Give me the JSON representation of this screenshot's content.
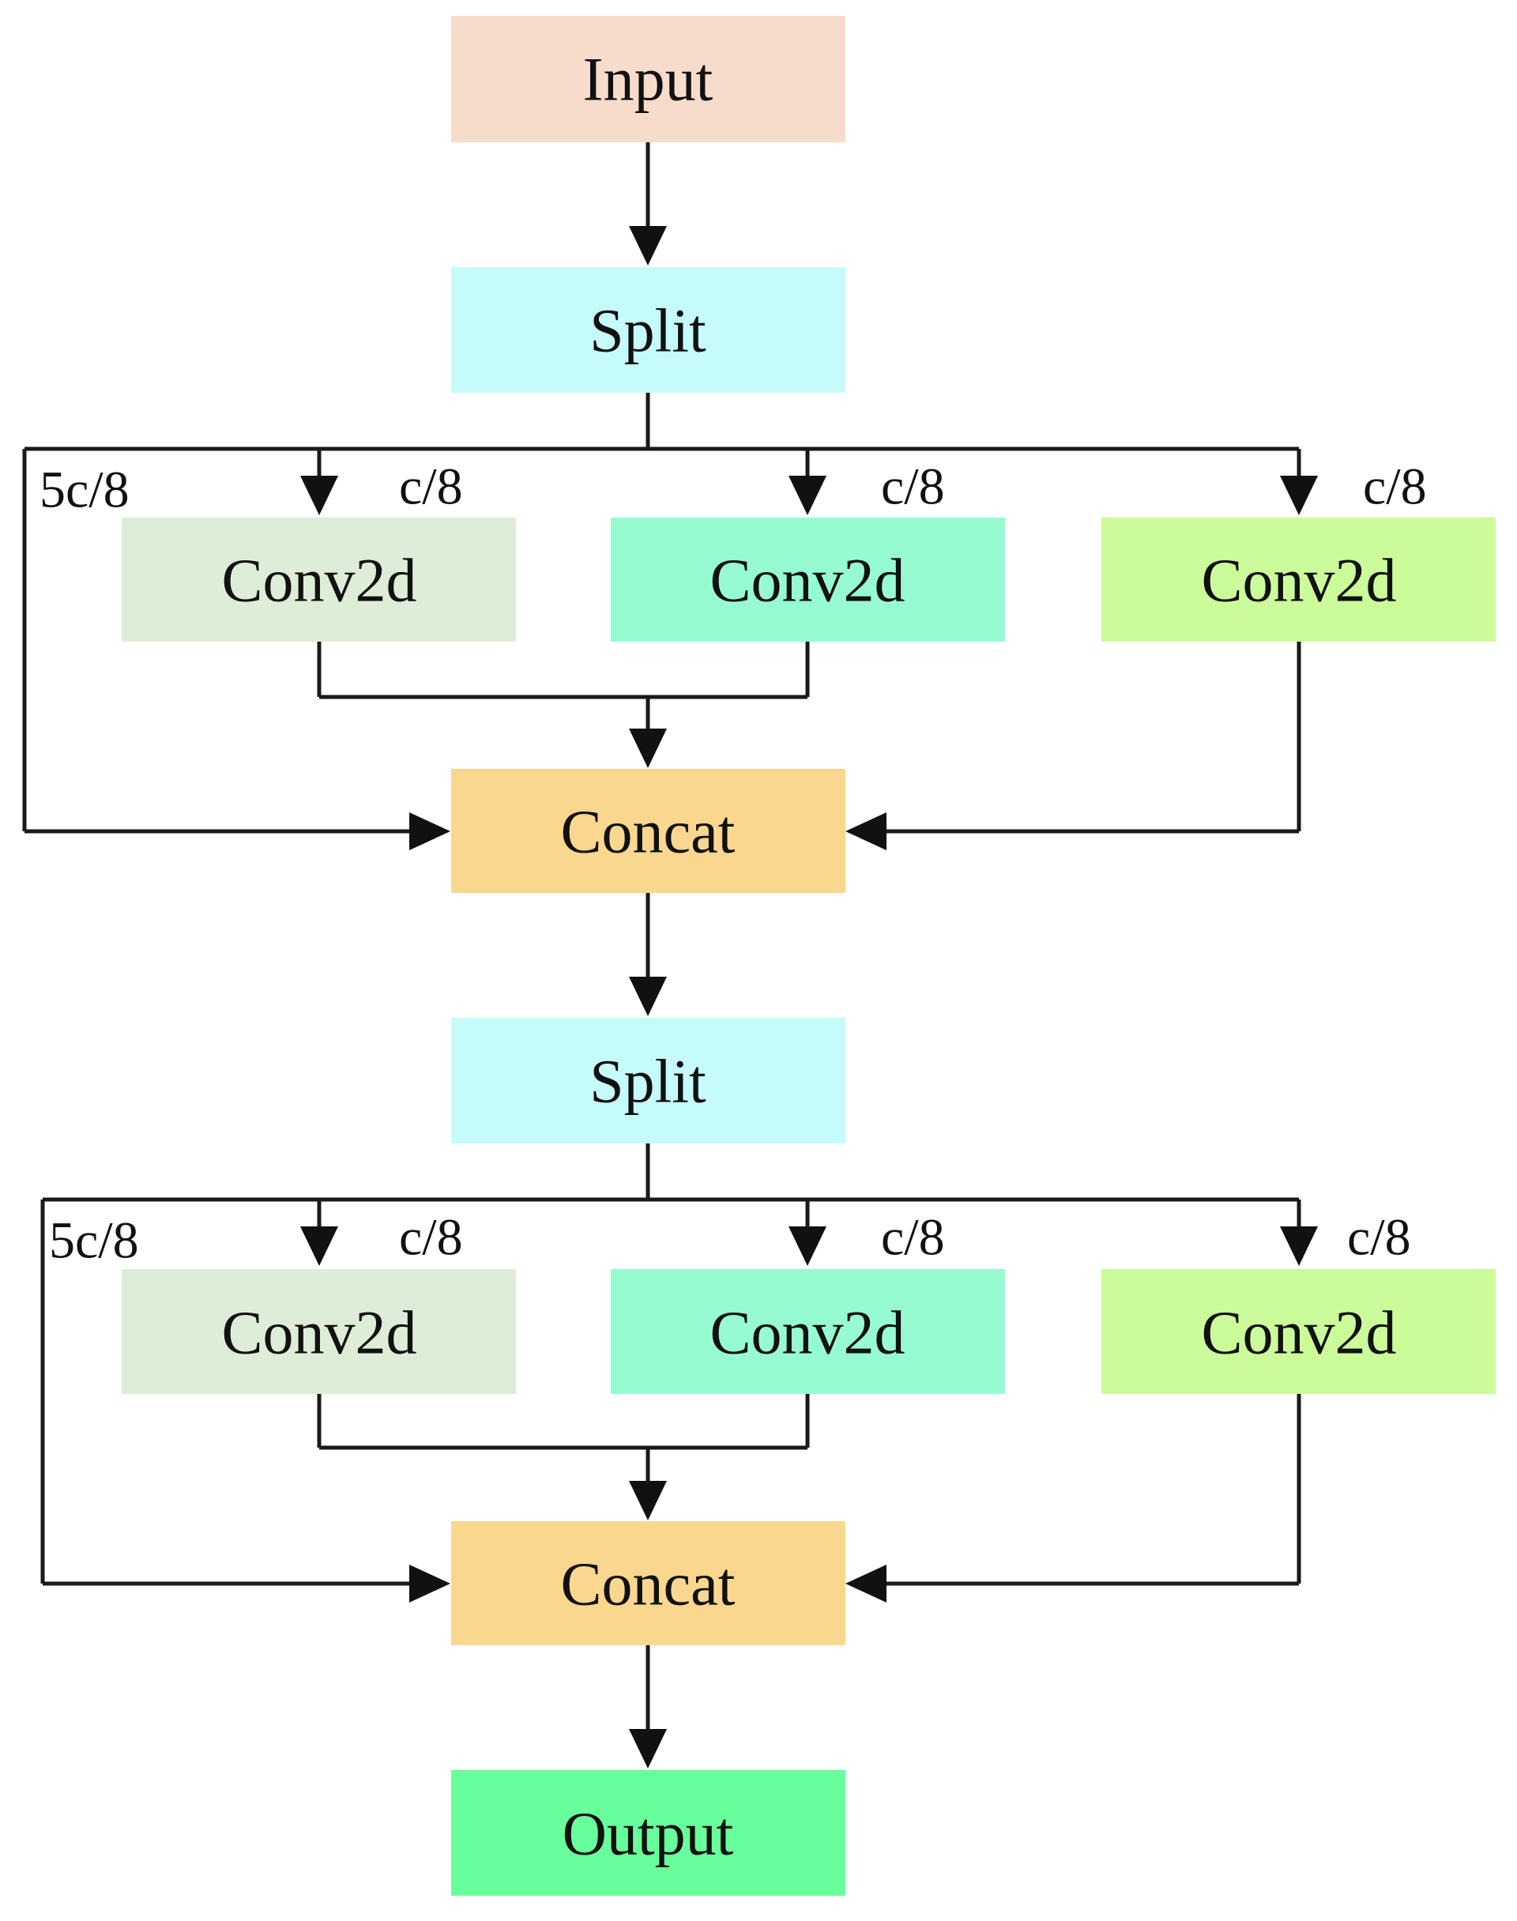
{
  "colors": {
    "input": "#F8DCCB",
    "split": "#C6FBFB",
    "conv_a": "#DEEDD8",
    "conv_b": "#97FBD2",
    "conv_c": "#CCFB9A",
    "concat": "#FAD78F",
    "output": "#68FE9C",
    "line": "#1a1a1a"
  },
  "nodes": {
    "input": "Input",
    "split_1": "Split",
    "conv_1a": "Conv2d",
    "conv_1b": "Conv2d",
    "conv_1c": "Conv2d",
    "concat_1": "Concat",
    "split_2": "Split",
    "conv_2a": "Conv2d",
    "conv_2b": "Conv2d",
    "conv_2c": "Conv2d",
    "concat_2": "Concat",
    "output": "Output"
  },
  "channel_labels": {
    "stage1_bypass": "5c/8",
    "stage1_a": "c/8",
    "stage1_b": "c/8",
    "stage1_c": "c/8",
    "stage2_bypass": "5c/8",
    "stage2_a": "c/8",
    "stage2_b": "c/8",
    "stage2_c": "c/8"
  }
}
